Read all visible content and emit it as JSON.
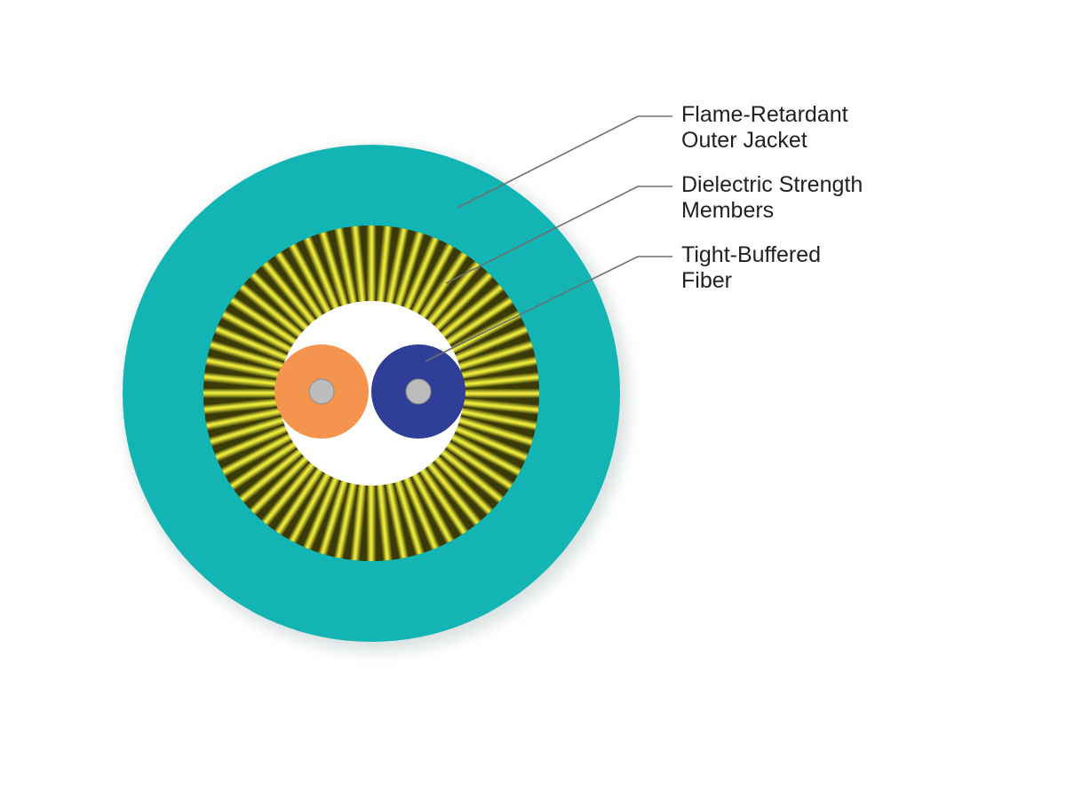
{
  "colors": {
    "outer_jacket": "#12b5b3",
    "strength_members_light": "#e8e63a",
    "strength_members_dark": "#3a3a08",
    "core_fill": "#ffffff",
    "fiber_left_buffer": "#f5944f",
    "fiber_right_buffer": "#2f3f98",
    "fiber_core": "#bcbcbc",
    "leader_line": "#6d6e71",
    "label_text": "#231f20"
  },
  "labels": [
    {
      "line1": "Flame-Retardant",
      "line2": "Outer Jacket"
    },
    {
      "line1": "Dielectric Strength",
      "line2": "Members"
    },
    {
      "line1": "Tight-Buffered",
      "line2": "Fiber"
    }
  ]
}
